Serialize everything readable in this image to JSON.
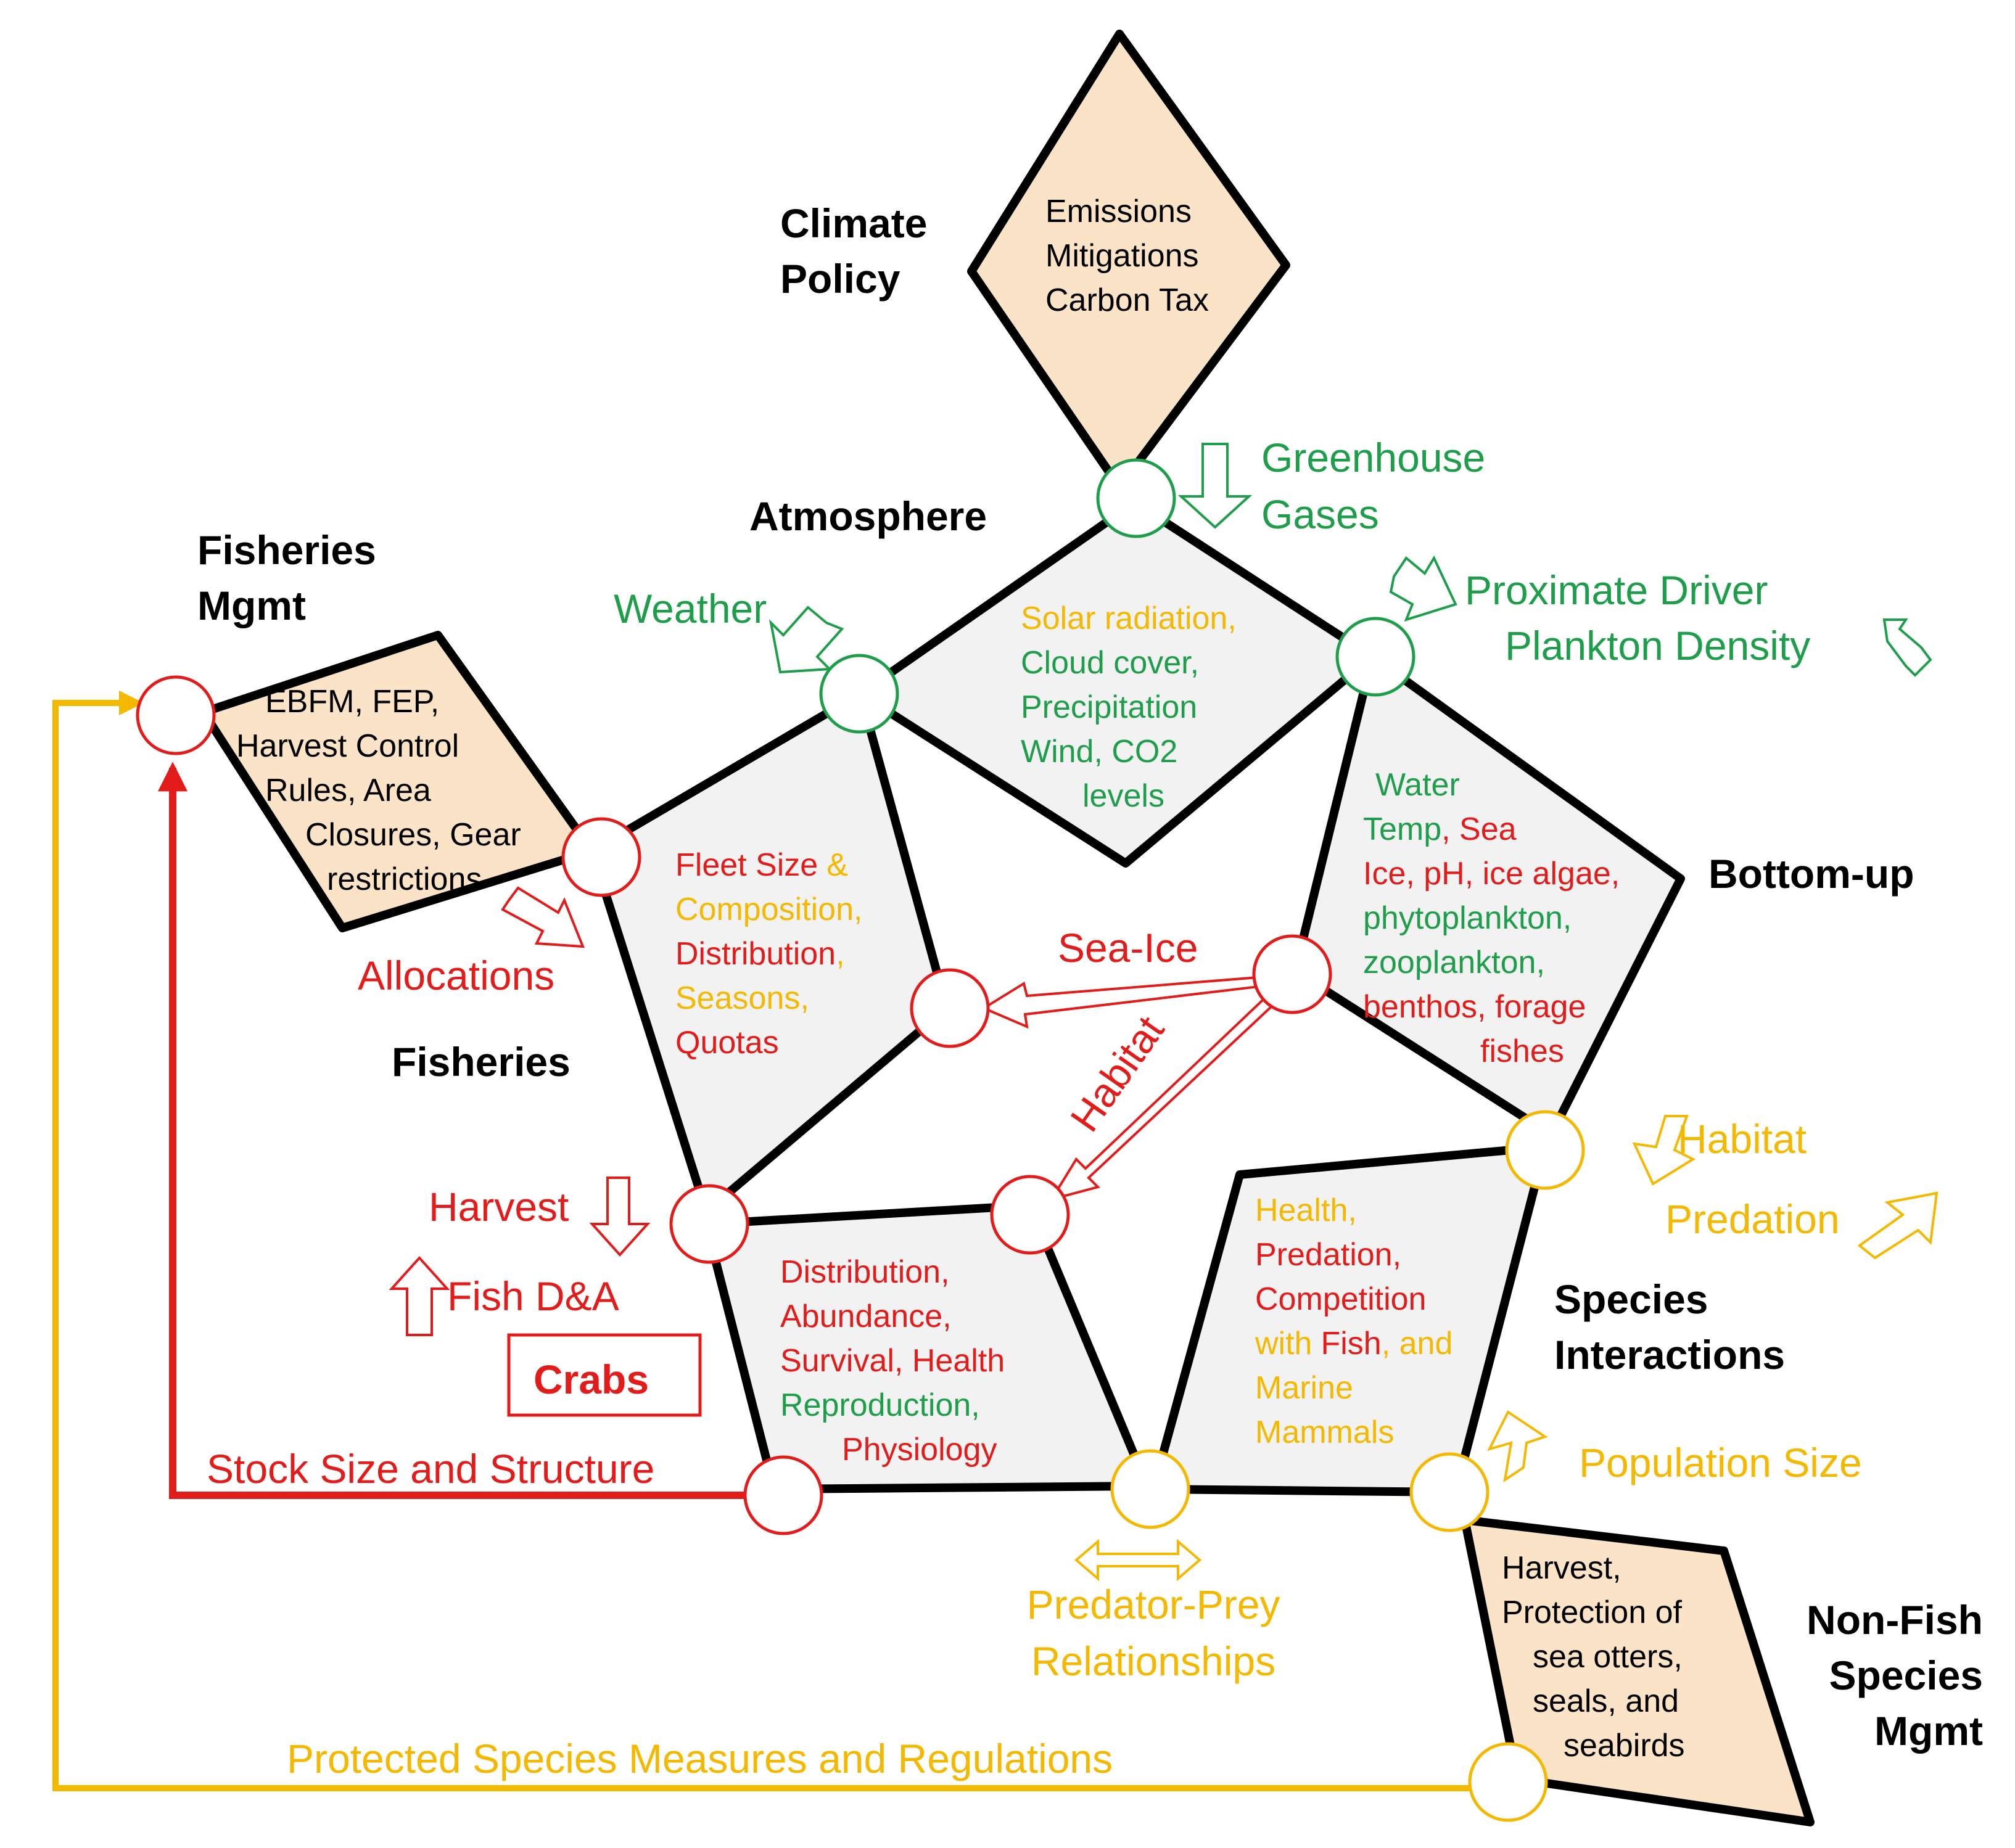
{
  "colors": {
    "red": "#e21b1b",
    "green": "#1e9e4a",
    "orange": "#f5b800",
    "peach": "#fbe3c7",
    "grey": "#f2f2f2",
    "black": "#000000"
  },
  "sections": {
    "climate_policy": [
      "Climate",
      "Policy"
    ],
    "atmosphere": "Atmosphere",
    "fisheries_mgmt": [
      "Fisheries",
      "Mgmt"
    ],
    "fisheries": "Fisheries",
    "bottom_up": "Bottom-up",
    "species_interactions": [
      "Species",
      "Interactions"
    ],
    "non_fish_mgmt": [
      "Non-Fish",
      "Species",
      "Mgmt"
    ]
  },
  "boxes": {
    "climate_policy": [
      "Emissions",
      "Mitigations",
      "Carbon Tax"
    ],
    "fisheries_mgmt": [
      "EBFM, FEP,",
      "Harvest Control",
      "Rules, Area",
      "Closures, Gear",
      "restrictions"
    ],
    "non_fish_mgmt": [
      "Harvest,",
      "Protection of",
      "sea otters,",
      "seals, and",
      "seabirds"
    ]
  },
  "atmosphere_box": {
    "solar": "Solar radiation,",
    "cloud": "Cloud cover,",
    "precip": "Precipitation",
    "wind": "Wind, CO2",
    "levels": "levels"
  },
  "fisheries_box": {
    "fleet_size": "Fleet Size",
    "amp": "&",
    "composition": "Composition,",
    "distribution": "Distribution",
    "comma": ",",
    "seasons": "Seasons,",
    "quotas": "Quotas"
  },
  "bottomup_box": {
    "water": "Water",
    "temp": "Temp",
    "sep1": ",",
    "sea": " Sea",
    "ice_ph_algae": "Ice, pH, ice algae,",
    "phyto": "phytoplankton,",
    "zoo": "zooplankton,",
    "benthos": "benthos, forage",
    "fishes": "fishes"
  },
  "crab_box": {
    "distribution": "Distribution,",
    "abundance": "Abundance,",
    "survival": "Survival, Health",
    "reproduction": "Reproduction,",
    "physiology": "Physiology"
  },
  "species_box": {
    "health": "Health,",
    "predation": "Predation,",
    "competition": "Competition",
    "with": "with",
    "fish": "Fish",
    "and": ",  and",
    "marine": "Marine",
    "mammals": "Mammals"
  },
  "flows": {
    "greenhouse": [
      "Greenhouse",
      "Gases"
    ],
    "weather": "Weather",
    "proximate": "Proximate Driver",
    "plankton": "Plankton Density",
    "allocations": "Allocations",
    "sea_ice": "Sea-Ice",
    "habitat_diag": "Habitat",
    "harvest": "Harvest",
    "fish_da": "Fish D&A",
    "crabs": "Crabs",
    "stock_size": "Stock  Size and Structure",
    "habitat_right": "Habitat",
    "predation_right": "Predation",
    "population_size": "Population Size",
    "predator_prey": [
      "Predator-Prey",
      "Relationships"
    ],
    "protected": "Protected Species Measures and Regulations"
  }
}
